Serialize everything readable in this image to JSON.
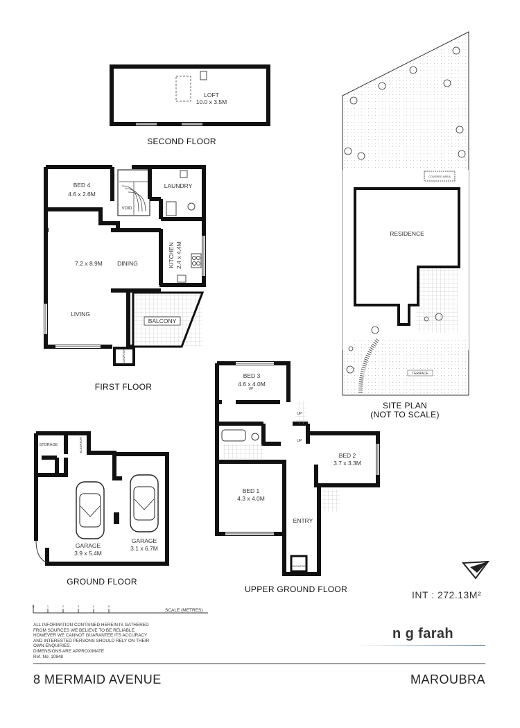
{
  "floors": {
    "second": {
      "label": "SECOND FLOOR",
      "rooms": [
        {
          "name": "LOFT",
          "dims": "10.0 x 3.5M"
        }
      ]
    },
    "first": {
      "label": "FIRST FLOOR",
      "rooms": [
        {
          "name": "BED 4",
          "dims": "4.6 x 2.6M"
        },
        {
          "name": "LAUNDRY"
        },
        {
          "name": "VOID"
        },
        {
          "name": "KITCHEN",
          "dims": "2.4 x 4.4M"
        },
        {
          "name": "DINING"
        },
        {
          "name": "LIVING",
          "dims": "7.2 x 8.9M"
        },
        {
          "name": "BALCONY"
        },
        {
          "name": "ELEVATOR"
        }
      ]
    },
    "ground": {
      "label": "GROUND FLOOR",
      "rooms": [
        {
          "name": "STORAGE"
        },
        {
          "name": "ELEVATOR"
        },
        {
          "name": "GARAGE",
          "dims": "3.9 x 5.4M"
        },
        {
          "name": "GARAGE",
          "dims": "3.1 x 6.7M"
        }
      ]
    },
    "upper_ground": {
      "label": "UPPER GROUND FLOOR",
      "rooms": [
        {
          "name": "BED 3",
          "dims": "4.6 x 4.0M"
        },
        {
          "name": "BED 2",
          "dims": "3.7 x 3.3M"
        },
        {
          "name": "BED 1",
          "dims": "4.3 x 4.0M"
        },
        {
          "name": "ENTRY"
        },
        {
          "name": "ELEVATOR"
        }
      ]
    },
    "site": {
      "label_line1": "SITE PLAN",
      "label_line2": "(NOT TO SCALE)",
      "rooms": [
        {
          "name": "RESIDENCE"
        },
        {
          "name": "TERRACE"
        },
        {
          "name": "COVERED AREA"
        }
      ]
    }
  },
  "stair_marker": "UP",
  "scale": {
    "label": "SCALE (METRES)",
    "ticks": [
      "0",
      "1",
      "2",
      "3",
      "4",
      "5"
    ]
  },
  "int_area": "INT : 272.13M²",
  "disclaimer": [
    "ALL INFORMATION CONTAINED HEREIN IS GATHERED",
    "FROM SOURCES WE BELIEVE TO BE RELIABLE.",
    "HOWEVER WE CANNOT GUARANTEE ITS ACCURACY",
    "AND INTERESTED PERSONS SHOULD RELY ON THEIR",
    "OWN ENQUIRIES.",
    "DIMENSIONS ARE APPROXIMATE",
    "Ref. No: 10848"
  ],
  "brand": "n g farah",
  "address": "8 MERMAID AVENUE",
  "suburb": "MAROUBRA",
  "icons": {
    "north": "north-arrow-icon"
  }
}
